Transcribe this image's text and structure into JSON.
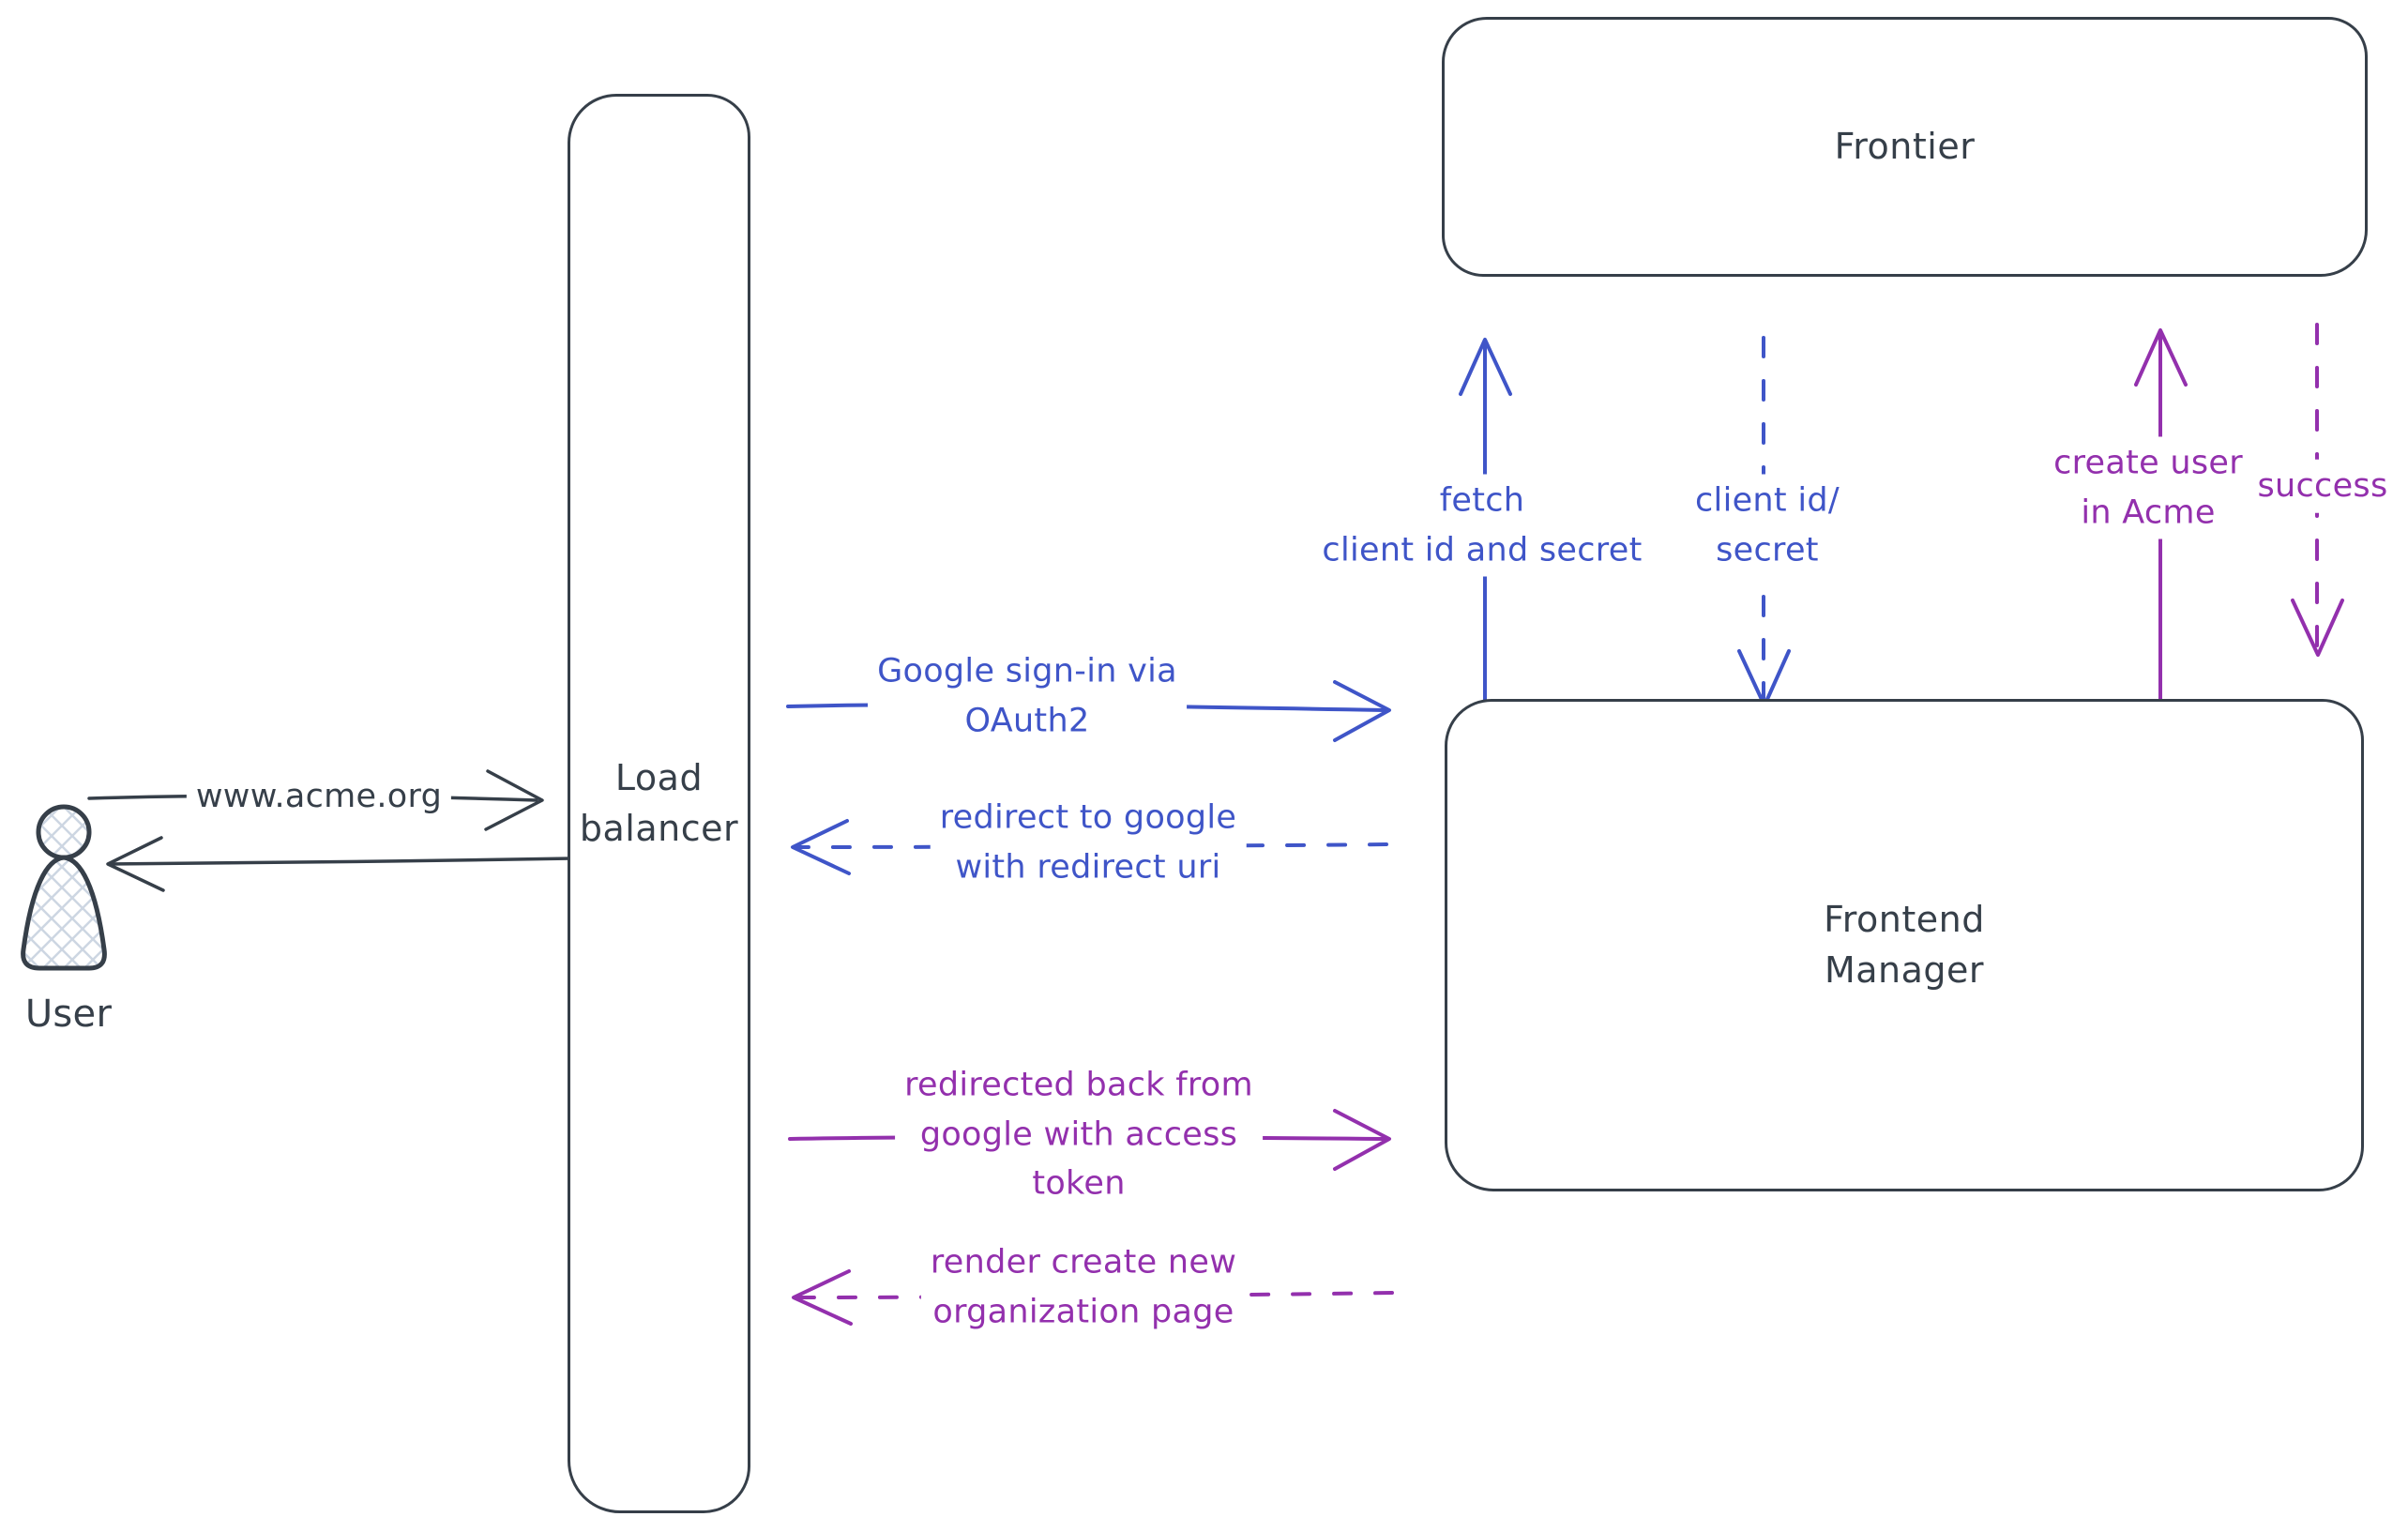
{
  "colors": {
    "ink": "#363f49",
    "blue": "#3f55c8",
    "purple": "#9330ad",
    "hatch": "#cdd6e2",
    "background": "#ffffff"
  },
  "nodes": {
    "user": {
      "label": "User"
    },
    "load_balancer": {
      "label": "Load\nbalancer"
    },
    "frontier": {
      "label": "Frontier"
    },
    "frontend_manager": {
      "label": "Frontend\nManager"
    }
  },
  "arrows": {
    "user_to_lb": {
      "label": "www.acme.org",
      "style": "solid",
      "color": "ink",
      "direction": "right"
    },
    "lb_to_user": {
      "label": "",
      "style": "solid",
      "color": "ink",
      "direction": "left"
    },
    "google_signin": {
      "label": "Google sign-in via\nOAuth2",
      "style": "solid",
      "color": "blue",
      "direction": "right"
    },
    "redirect_google": {
      "label": "redirect to google\nwith redirect uri",
      "style": "dashed",
      "color": "blue",
      "direction": "left"
    },
    "redirected_back": {
      "label": "redirected back from\ngoogle with access\ntoken",
      "style": "solid",
      "color": "purple",
      "direction": "right"
    },
    "render_page": {
      "label": "render create new\norganization page",
      "style": "dashed",
      "color": "purple",
      "direction": "left"
    },
    "fetch_secret": {
      "label": "fetch\nclient id and secret",
      "style": "solid",
      "color": "blue",
      "direction": "up"
    },
    "client_id_secret": {
      "label": "client id/\nsecret",
      "style": "dashed",
      "color": "blue",
      "direction": "down"
    },
    "create_user": {
      "label": "create user\nin Acme",
      "style": "solid",
      "color": "purple",
      "direction": "up"
    },
    "success": {
      "label": "success",
      "style": "dashed",
      "color": "purple",
      "direction": "down"
    }
  }
}
